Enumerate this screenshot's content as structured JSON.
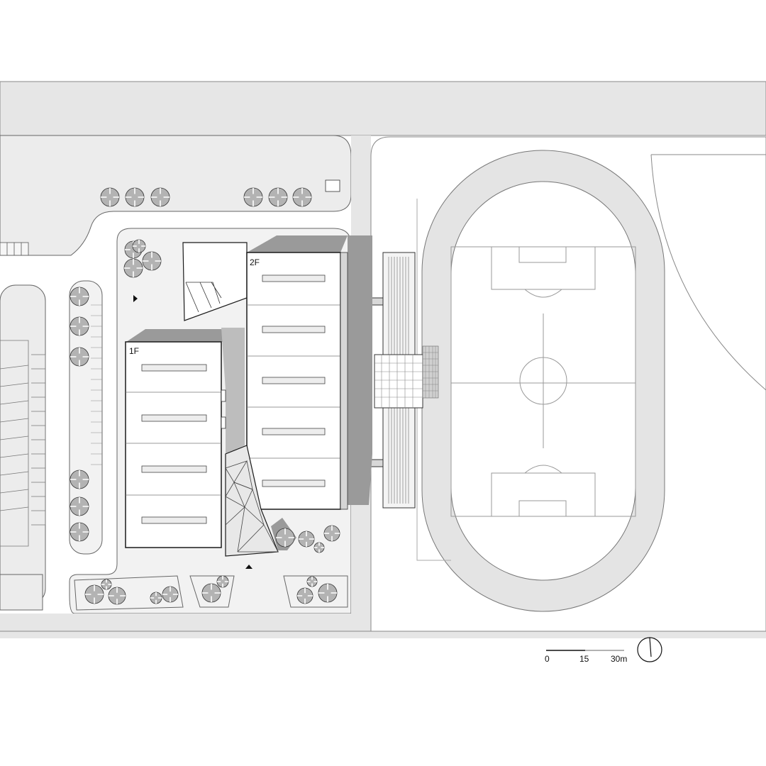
{
  "plan": {
    "floor_labels": {
      "ground": "1F",
      "upper": "2F"
    },
    "scale_bar": {
      "ticks": [
        "0",
        "15",
        "30m"
      ]
    },
    "north_arrow": {
      "icon": "north-arrow-icon"
    },
    "entrance_markers": {
      "icon": "entrance-arrow-icon"
    }
  },
  "colors": {
    "road": "#e6e6e6",
    "paving": "#ececec",
    "shadow": "#9a9a9a",
    "building": "#ffffff",
    "line": "#1a1a1a",
    "tree": "#b3b3b3"
  }
}
